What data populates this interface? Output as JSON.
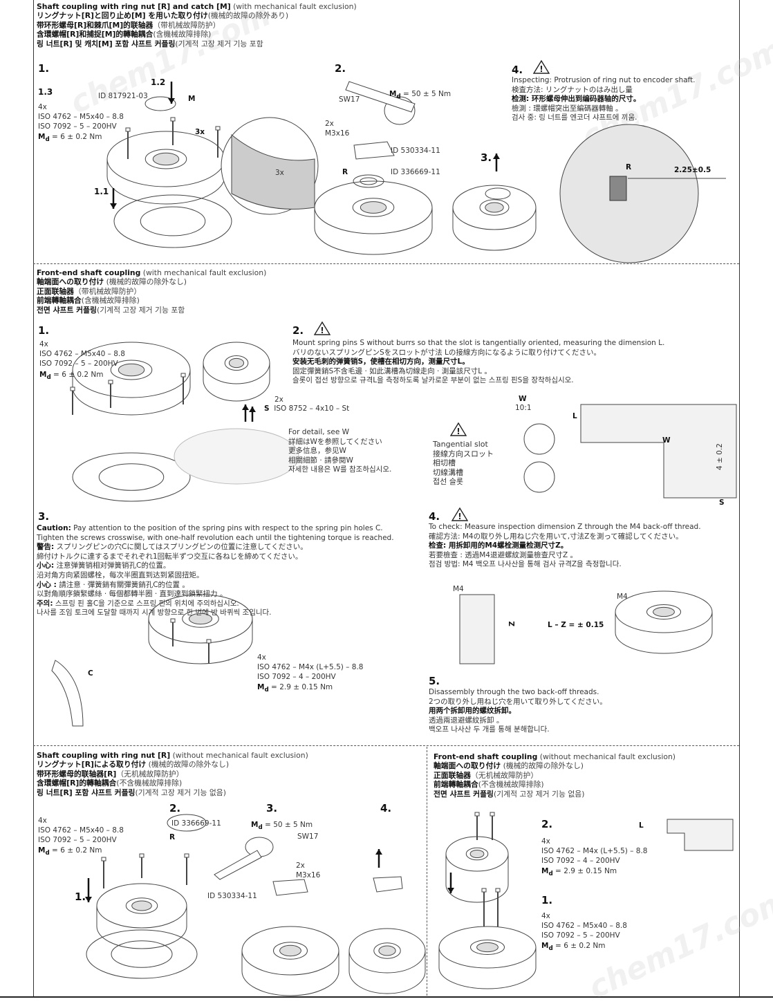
{
  "watermark": "chem17.com",
  "section1": {
    "header": [
      {
        "b": "Shaft coupling with ring nut [R] and catch [M]",
        "t": " (with mechanical fault exclusion)"
      },
      {
        "b": "リングナット[R]と回り止め[M] を用いた取り付け",
        "t": "(機械的故障の除外あり)"
      },
      {
        "b": "带环形螺母[R]和棘爪[M]的联轴器",
        "t": "（带机械故障防护）"
      },
      {
        "b": "含環螺帽[R]和捕捉[M]的轉軸耦合",
        "t": "(含機械故障排除)"
      },
      {
        "b": "링 너트[R] 및 캐치[M] 포함 샤프트 커플링",
        "t": "(기계적 고장 제거 기능 포함"
      }
    ],
    "step1": {
      "num": "1.",
      "sub13": "1.3",
      "sub12": "1.2",
      "sub11": "1.1",
      "id": "ID 817921-03",
      "m": "M",
      "qty": "4x",
      "iso1": "ISO 4762 – M5x40 – 8.8",
      "iso2": "ISO 7092 – 5 – 200HV",
      "md_sym": "M",
      "md_sub": "d",
      "md_val": " = 6 ± 0.2 Nm",
      "x3a": "3x",
      "x3b": "3x"
    },
    "step2": {
      "num": "2.",
      "md_sym": "M",
      "md_sub": "d",
      "md_val": " = 50 ± 5 Nm",
      "sw": "SW17",
      "qty": "2x",
      "screw": "M3x16",
      "id1": "ID 530334-11",
      "r": "R",
      "id2": "ID 336669-11",
      "sub3": "3."
    },
    "step4": {
      "num": "4.",
      "lines": [
        "Inspecting: Protrusion of ring nut to encoder shaft.",
        "検査方法: リングナットのはみ出し量",
        {
          "b": "检测:   环形螺母伸出到编码器轴的尺寸。",
          "t": ""
        },
        "檢測 :  環螺帽突出至編碼器轉軸 。",
        "검사 중: 링 너트를 엔코더 샤프트에 끼움."
      ],
      "r": "R",
      "dim": "2.25±0.5"
    }
  },
  "section2": {
    "header": [
      {
        "b": "Front-end shaft coupling",
        "t": " (with mechanical fault exclusion)"
      },
      {
        "b": "軸端面への取り付け",
        "t": " (機械的故障の除外なし)"
      },
      {
        "b": "正面联轴器",
        "t": "（带机械故障防护）"
      },
      {
        "b": "前端轉軸耦合",
        "t": "(含機械故障排除)"
      },
      {
        "b": "전면 샤프트 커플링",
        "t": "(기계적 고장 제거 기능 포함"
      }
    ],
    "step1": {
      "num": "1.",
      "qty": "4x",
      "iso1": "ISO 4762 – M5x40 – 8.8",
      "iso2": "ISO 7092 – 5 – 200HV",
      "md_sym": "M",
      "md_sub": "d",
      "md_val": " = 6 ± 0.2 Nm"
    },
    "step2": {
      "num": "2.",
      "lines": [
        "Mount spring pins S without burrs so that the slot is tangentially oriented, measuring the dimension L.",
        "バリのないスプリングピンSをスロットが寸法 Lの接線方向になるように取り付けてください。",
        {
          "b": "安装无毛刺的弹簧销S，使槽在相切方向，测量尺寸L。",
          "t": ""
        },
        "固定彈簧銷S不含毛邊 · 如此溝槽為切線走向 · 測量該尺寸L 。",
        "슬롯이 접선 방향으로 규격L을 측정하도록 날카로운 부분이 없는 스프링 핀S을 장착하십시오."
      ],
      "pin_qty": "2x",
      "pin_s": "S",
      "pin_iso": "ISO 8752 – 4x10 – St",
      "detail": [
        "For detail, see W",
        "詳細はWを参照してください",
        "更多信息，参见W",
        "相關細節 · 請參閱W",
        "자세한 내용은 W를 참조하십시오."
      ],
      "w": "W",
      "scale": "10:1",
      "l": "L",
      "slot": [
        "Tangential slot",
        "接線方向スロット",
        "相切槽",
        "切線溝槽",
        "접선 슬롯"
      ],
      "w2": "W",
      "dim": "4 ± 0.2",
      "s": "S"
    },
    "step3": {
      "num": "3.",
      "lines": [
        {
          "b": "Caution:",
          "t": " Pay attention to the position of the spring pins with respect to the spring pin holes C."
        },
        "Tighten the screws crosswise, with one-half revolution each until the tightening torque is reached.",
        {
          "b": "警告:",
          "t": " スプリングピンの穴Cに関してはスプリングピンの位置に注意してください。"
        },
        "締付けトルクに達するまでそれぞれ1回転半ずつ交互に各ねじを締めてください。",
        {
          "b": "小心:",
          "t": "   注意弹簧销相对弹簧销孔C的位置。"
        },
        "沿对角方向紧固螺栓，每次半圈直到达到紧固扭矩。",
        {
          "b": "小心 :",
          "t": "  請注意 · 彈簧銷有關彈簧銷孔C的位置 。"
        },
        "以對角順序鎖緊螺絲 · 每個都轉半圈 · 直到達到鎖緊扭力 。",
        {
          "b": "주의:",
          "t": " 스프링 핀 홀C을 기준으로 스프링 핀의 위치에 주의하십시오."
        },
        "나사를 조임 토크에 도달할 때까지 시계 방향으로 한 번에 반 바퀴씩 조입니다."
      ],
      "c": "C",
      "qty": "4x",
      "iso1": "ISO 4762 – M4x (L+5.5) – 8.8",
      "iso2": "ISO 7092 – 4 – 200HV",
      "md_sym": "M",
      "md_sub": "d",
      "md_val": " = 2.9 ± 0.15 Nm"
    },
    "step4": {
      "num": "4.",
      "lines": [
        "To check: Measure inspection dimension Z through the M4 back-off thread.",
        "確認方法: M4の取り外し用ねじ穴を用いて,寸法Zを測って確認してください。",
        {
          "b": "检查:   用拆卸用的M4螺栓测量检测尺寸Z。",
          "t": ""
        },
        "若要檢查 :  透過M4退避螺紋測量檢查尺寸Z 。",
        "점검 방법: M4 백오프 나사산을 통해 검사 규격Z을 측정합니다."
      ],
      "m4a": "M4",
      "m4b": "M4",
      "z": "Z",
      "formula": "L – Z = ± 0.15"
    },
    "step5": {
      "num": "5.",
      "lines": [
        "Disassembly through the two back-off threads.",
        "2つの取り外し用ねじ穴を用いて取り外してください。",
        {
          "b": "用两个拆卸用的螺纹拆卸。",
          "t": ""
        },
        "透過兩退避螺紋拆卸 。",
        "백오프 나사산 두 개를 통해 분해합니다."
      ]
    }
  },
  "section3": {
    "header": [
      {
        "b": "Shaft coupling with ring nut [R]",
        "t": " (without mechanical fault exclusion)"
      },
      {
        "b": "リングナット[R]による取り付け",
        "t": " (機械的故障の除外なし)"
      },
      {
        "b": "带环形螺母的联轴器[R]",
        "t": "（无机械故障防护）"
      },
      {
        "b": "含環螺帽[R]的轉軸耦合",
        "t": "(不含機械故障排除)"
      },
      {
        "b": "링 너트[R] 포함 샤프트 커플링",
        "t": "(기계적 고장 제거 기능 없음)"
      }
    ],
    "qty": "4x",
    "iso1": "ISO 4762 – M5x40 – 8.8",
    "iso2": "ISO 7092 – 5 – 200HV",
    "md_sym": "M",
    "md_sub": "d",
    "md_val": " = 6 ± 0.2 Nm",
    "step1": "1.",
    "step2": "2.",
    "step3": "3.",
    "step4": "4.",
    "id1": "ID 336669-11",
    "r": "R",
    "md2_val": " = 50 ± 5 Nm",
    "sw": "SW17",
    "qty2": "2x",
    "screw": "M3x16",
    "id2": "ID 530334-11"
  },
  "section4": {
    "header": [
      {
        "b": "Front-end shaft coupling",
        "t": " (without mechanical fault exclusion)"
      },
      {
        "b": "軸端面への取り付け",
        "t": " (機械的故障の除外なし)"
      },
      {
        "b": "正面联轴器",
        "t": "（无机械故障防护）"
      },
      {
        "b": "前端轉軸耦合",
        "t": "(不含機械故障排除)"
      },
      {
        "b": "전면 샤프트 커플링",
        "t": "(기계적 고장 제거 기능 없음)"
      }
    ],
    "step2": {
      "num": "2.",
      "l": "L",
      "qty": "4x",
      "iso1": "ISO 4762 – M4x (L+5.5) – 8.8",
      "iso2": "ISO 7092 – 4 – 200HV",
      "md_sym": "M",
      "md_sub": "d",
      "md_val": " = 2.9 ± 0.15 Nm"
    },
    "step1": {
      "num": "1.",
      "qty": "4x",
      "iso1": "ISO 4762 – M5x40 – 8.8",
      "iso2": "ISO 7092 – 5 – 200HV",
      "md_sym": "M",
      "md_sub": "d",
      "md_val": " = 6 ± 0.2 Nm"
    }
  }
}
